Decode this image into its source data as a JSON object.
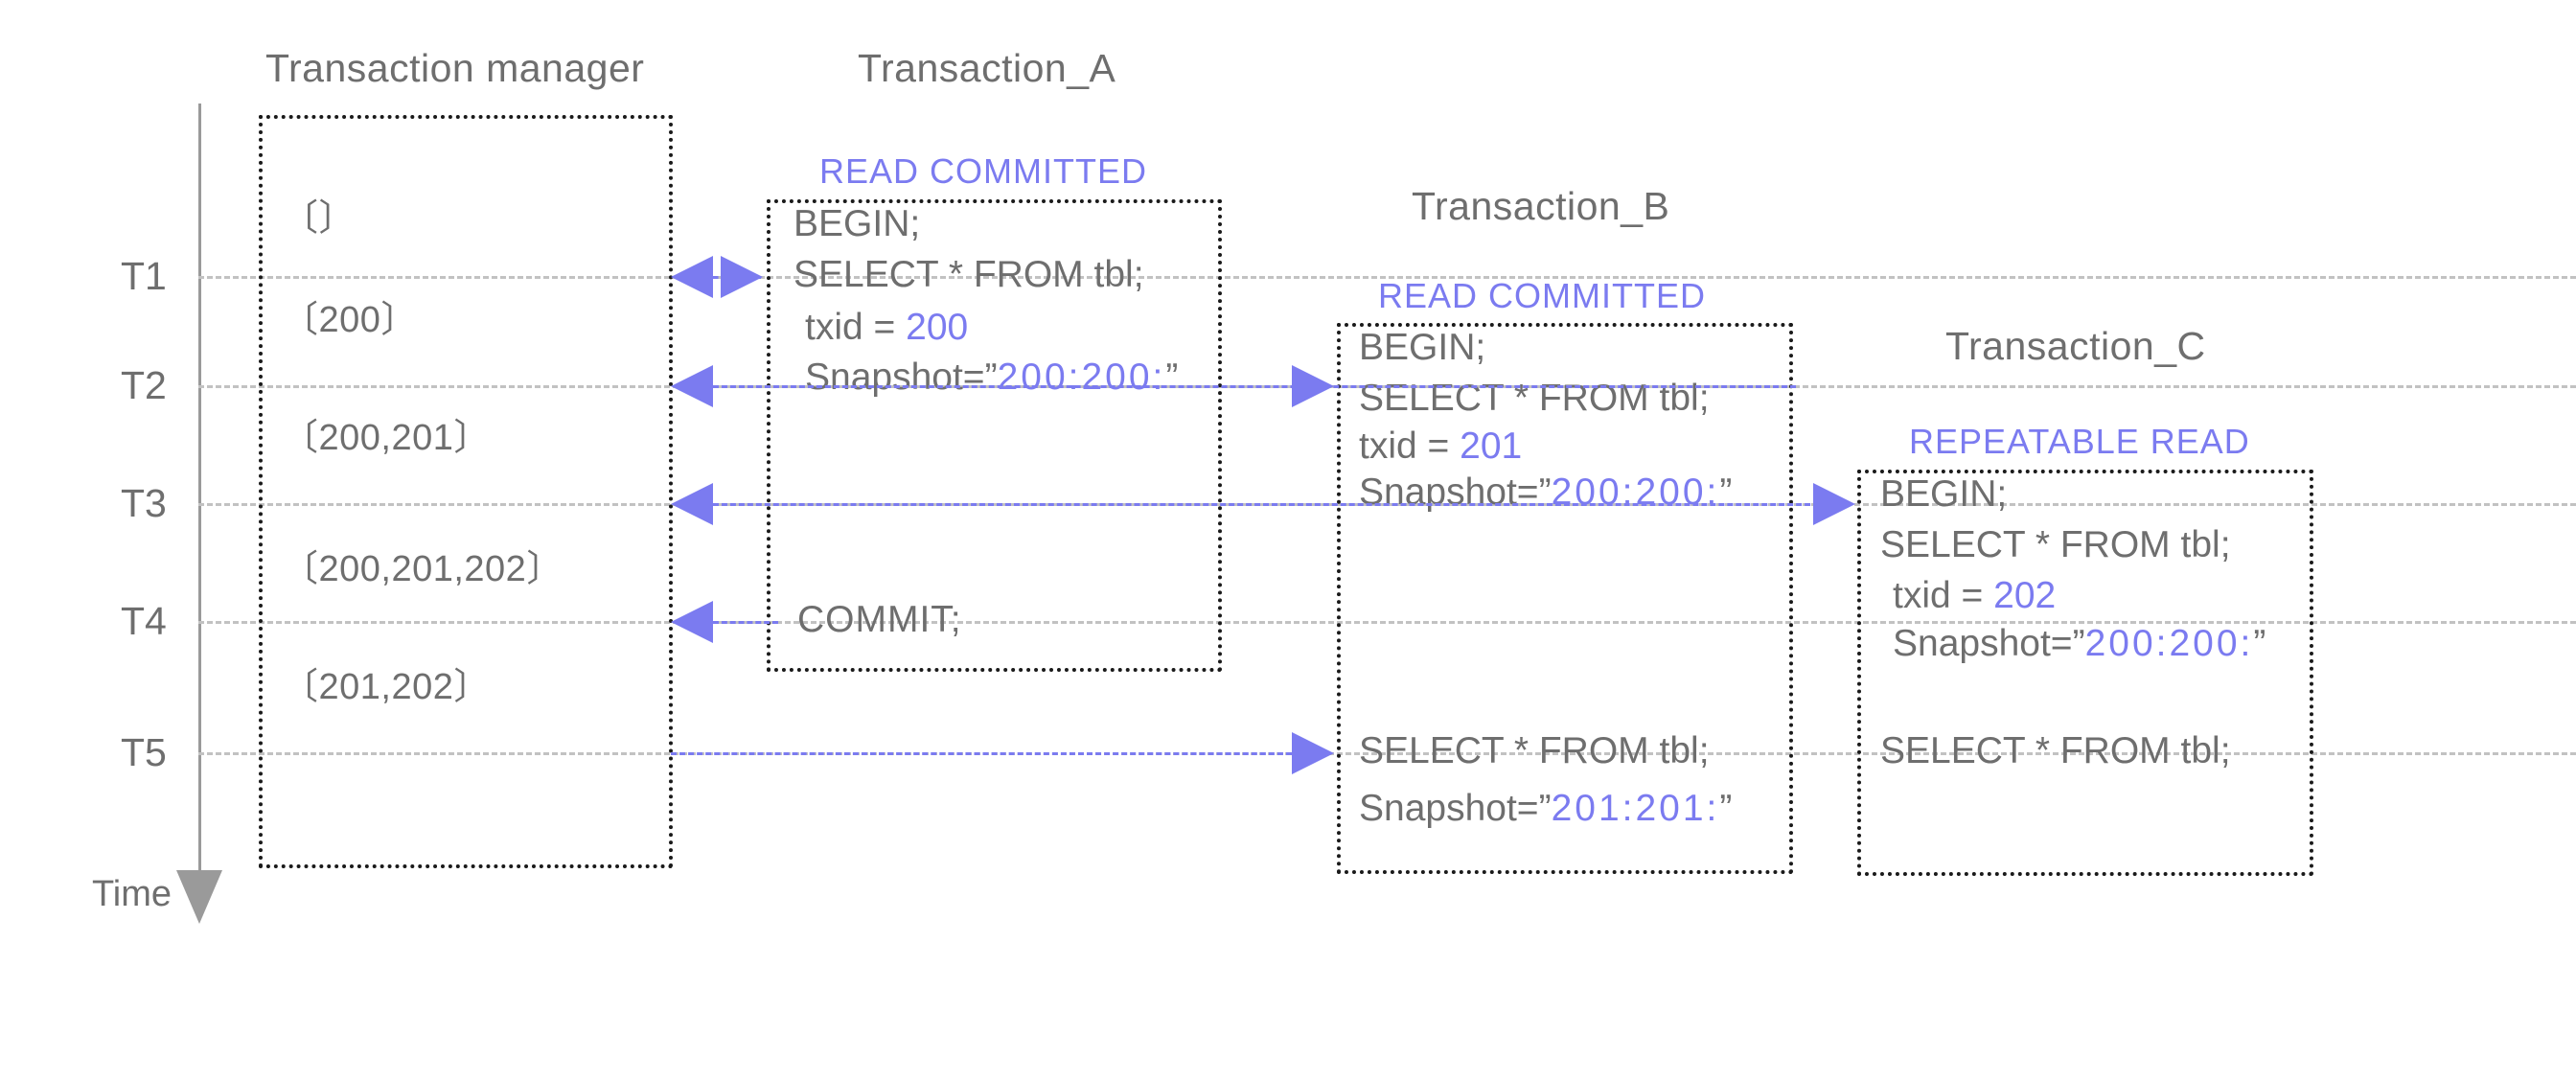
{
  "diagram": {
    "title": "PostgreSQL MVCC transaction snapshot timeline",
    "accent_color": "#7b7bf0",
    "text_color": "#6e6e6e",
    "box_border_color": "#1a1a1a",
    "rule_color": "#c2c2c2"
  },
  "time_axis": {
    "label": "Time",
    "ticks": [
      "T1",
      "T2",
      "T3",
      "T4",
      "T5"
    ]
  },
  "columns": {
    "transaction_manager": {
      "title": "Transaction manager",
      "entries": [
        "〔〕",
        "〔200〕",
        "〔200,201〕",
        "〔200,201,202〕",
        "〔201,202〕"
      ]
    },
    "transaction_a": {
      "title": "Transaction_A",
      "isolation_level": "READ  COMMITTED",
      "lines": {
        "begin": "BEGIN;",
        "select": "SELECT * FROM tbl;",
        "txid_label": "txid = ",
        "txid_value": "200",
        "snapshot_label": "Snapshot=”",
        "snapshot_value": "200:200:",
        "snapshot_close": "”",
        "commit": "COMMIT;"
      }
    },
    "transaction_b": {
      "title": "Transaction_B",
      "isolation_level": "READ  COMMITTED",
      "lines": {
        "begin": "BEGIN;",
        "select": "SELECT * FROM tbl;",
        "txid_label": "txid = ",
        "txid_value": "201",
        "snapshot_label": "Snapshot=”",
        "snapshot_value": "200:200:",
        "snapshot_close": "”",
        "select2": "SELECT * FROM tbl;",
        "snapshot2_label": "Snapshot=”",
        "snapshot2_value": "201:201:",
        "snapshot2_close": "”"
      }
    },
    "transaction_c": {
      "title": "Transaction_C",
      "isolation_level": "REPEATABLE  READ",
      "lines": {
        "begin": "BEGIN;",
        "select": "SELECT * FROM tbl;",
        "txid_label": "txid = ",
        "txid_value": "202",
        "snapshot_label": "Snapshot=”",
        "snapshot_value": "200:200:",
        "snapshot_close": "”",
        "select2": "SELECT * FROM tbl;"
      }
    }
  }
}
